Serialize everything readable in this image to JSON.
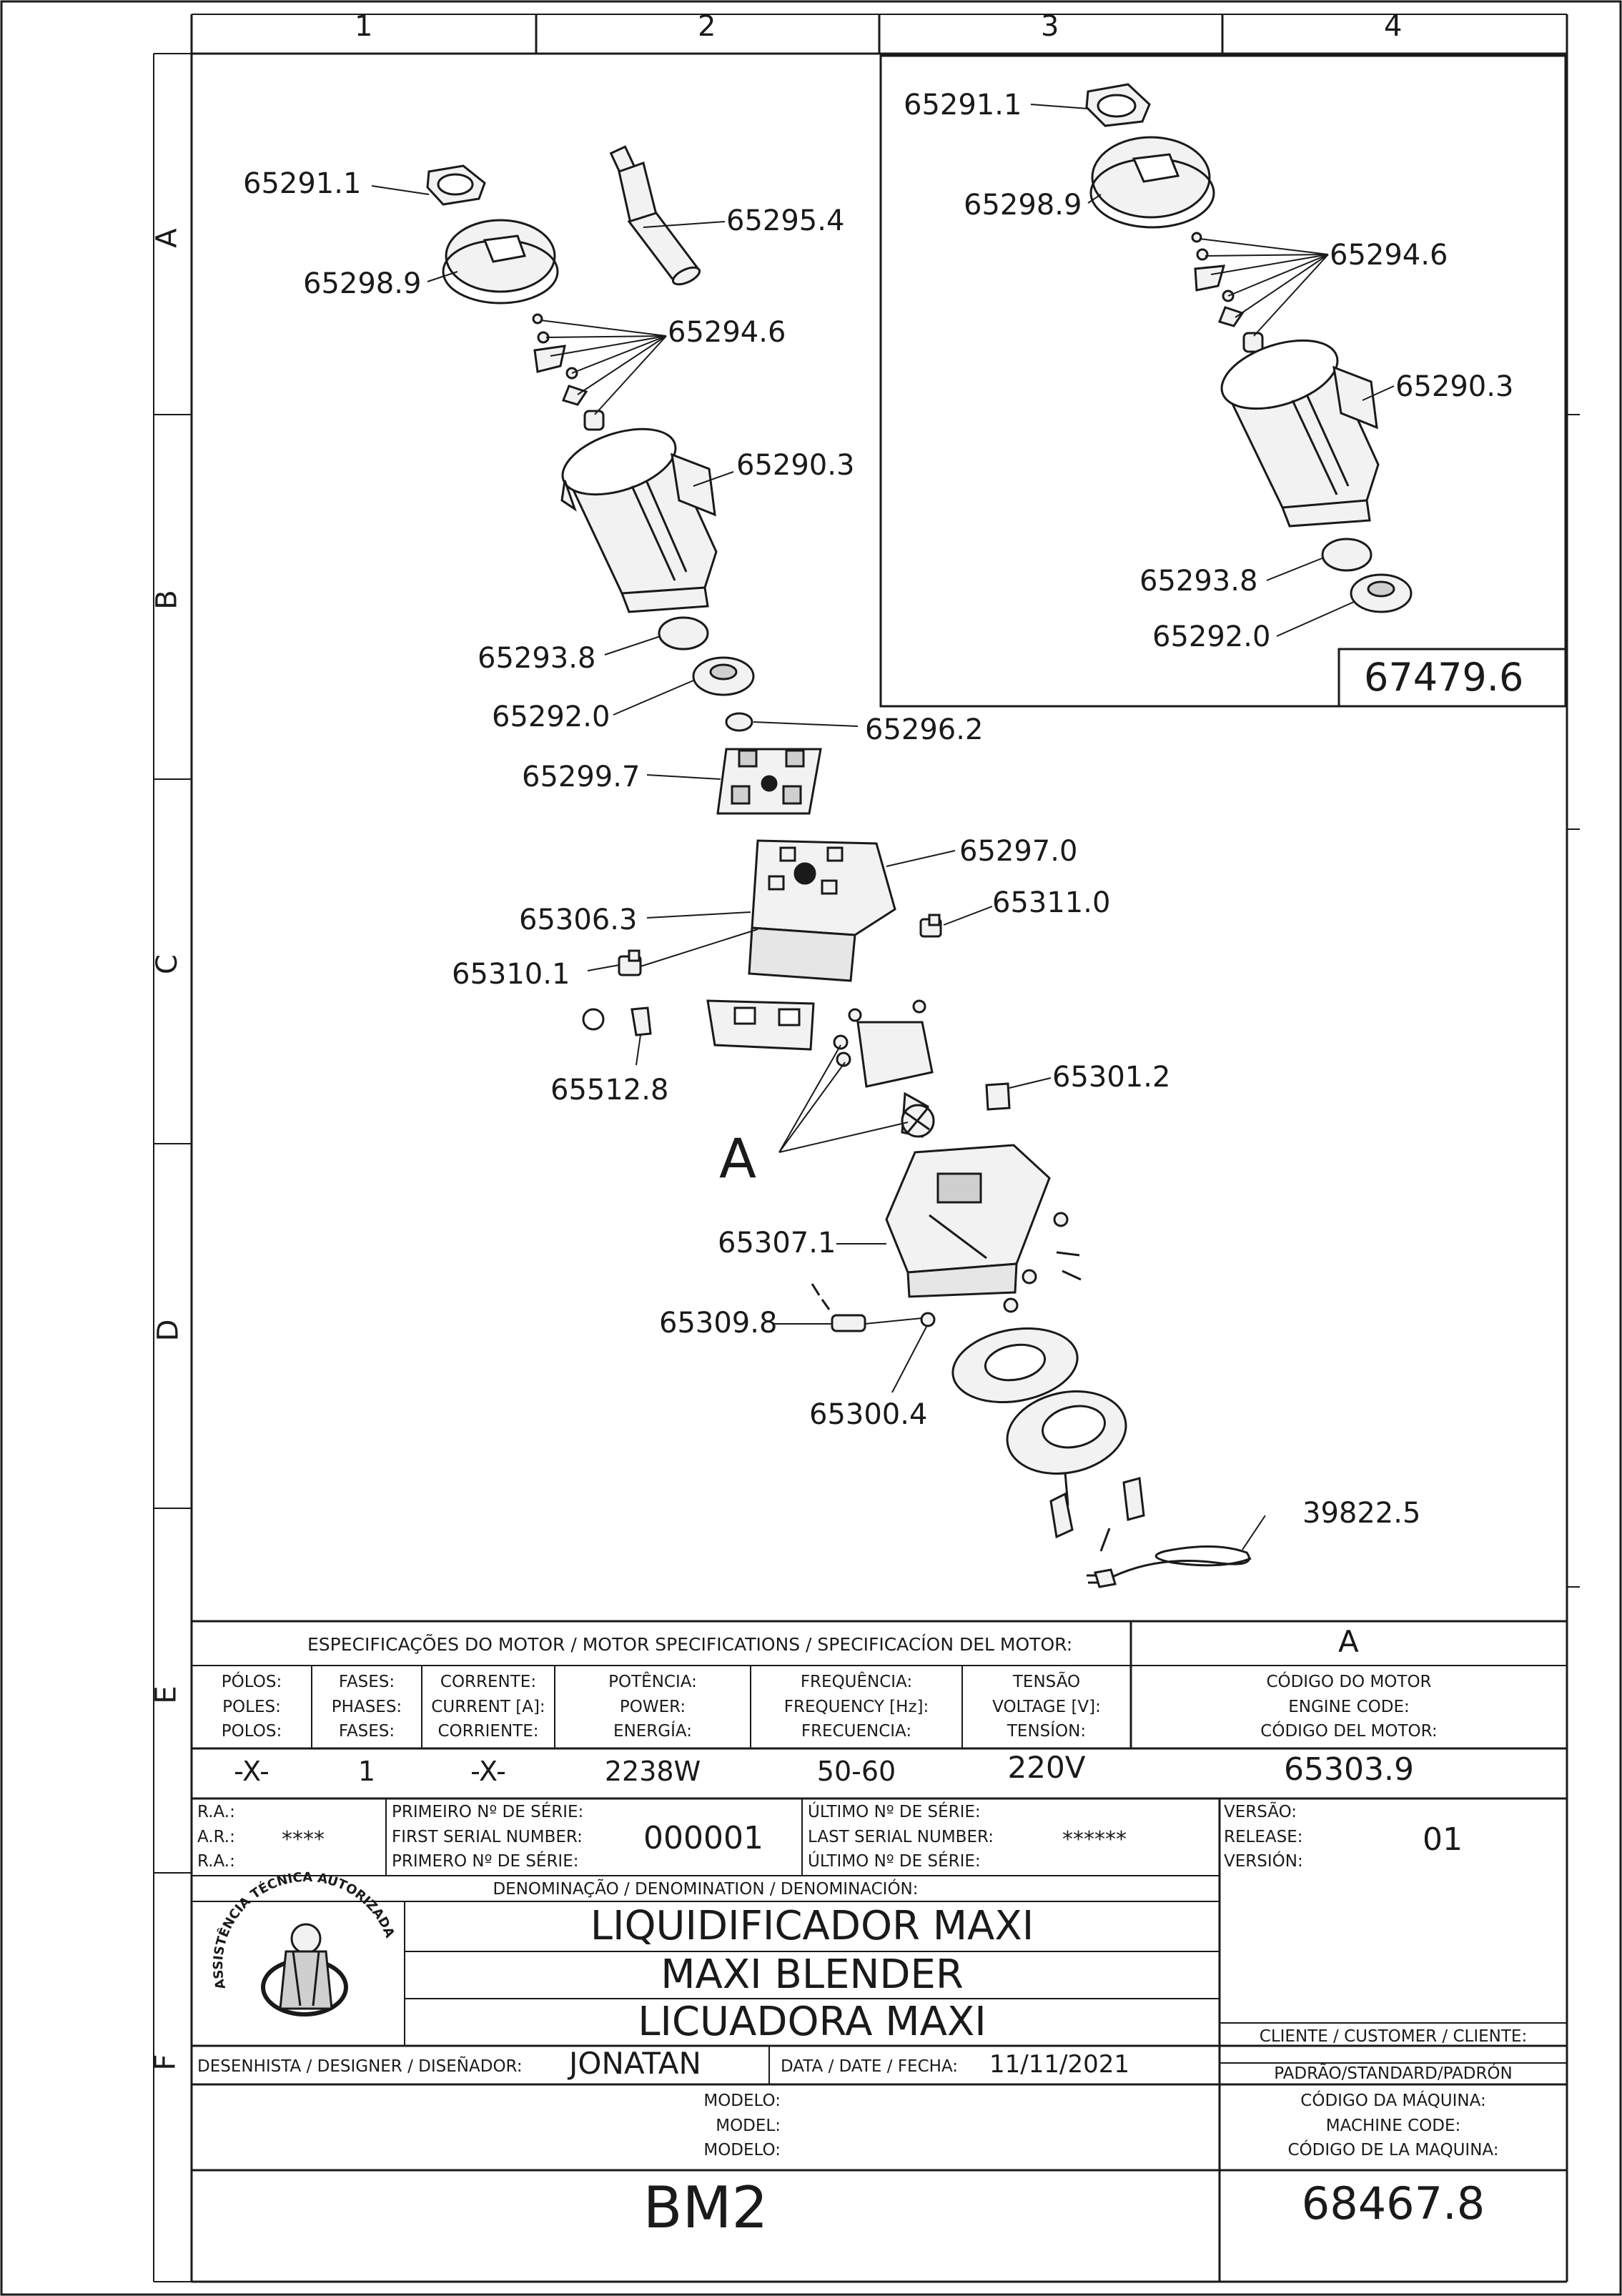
{
  "grid": {
    "columns": [
      "1",
      "2",
      "3",
      "4"
    ],
    "rows": [
      "A",
      "B",
      "C",
      "D",
      "E",
      "F"
    ]
  },
  "callouts": {
    "c1": "65291.1",
    "c2": "65298.9",
    "c3": "65295.4",
    "c4": "65294.6",
    "c5": "65290.3",
    "c6": "65293.8",
    "c7": "65292.0",
    "c8": "65296.2",
    "c9": "65299.7",
    "c10": "65297.0",
    "c11": "65306.3",
    "c12": "65311.0",
    "c13": "65310.1",
    "c14": "65512.8",
    "c15": "65301.2",
    "c16": "A",
    "c17": "65307.1",
    "c18": "65309.8",
    "c19": "65300.4",
    "c20": "39822.5"
  },
  "inset": {
    "c1": "65291.1",
    "c2": "65298.9",
    "c3": "65294.6",
    "c4": "65290.3",
    "c5": "65293.8",
    "c6": "65292.0",
    "kit_code": "67479.6"
  },
  "motor": {
    "header": "ESPECIFICAÇÕES DO MOTOR / MOTOR SPECIFICATIONS / SPECIFICACÍON DEL MOTOR:",
    "group_label": "A",
    "columns": [
      {
        "label": [
          "PÓLOS:",
          "POLES:",
          "POLOS:"
        ],
        "value": "-X-"
      },
      {
        "label": [
          "FASES:",
          "PHASES:",
          "FASES:"
        ],
        "value": "1"
      },
      {
        "label": [
          "CORRENTE:",
          "CURRENT [A]:",
          "CORRIENTE:"
        ],
        "value": "-X-"
      },
      {
        "label": [
          "POTÊNCIA:",
          "POWER:",
          "ENERGÍA:"
        ],
        "value": "2238W"
      },
      {
        "label": [
          "FREQUÊNCIA:",
          "FREQUENCY [Hz]:",
          "FRECUENCIA:"
        ],
        "value": "50-60"
      },
      {
        "label": [
          "TENSÃO",
          "VOLTAGE [V]:",
          "TENSÍON:"
        ],
        "value": "220V"
      }
    ],
    "code_label": [
      "CÓDIGO DO MOTOR",
      "ENGINE CODE:",
      "CÓDIGO DEL MOTOR:"
    ],
    "code_value": "65303.9"
  },
  "serial": {
    "ra_label": [
      "R.A.:",
      "A.R.:",
      "R.A.:"
    ],
    "ra_value": "****",
    "first_label": [
      "PRIMEIRO Nº DE SÉRIE:",
      "FIRST SERIAL NUMBER:",
      "PRIMERO Nº DE SÉRIE:"
    ],
    "first_value": "000001",
    "last_label": [
      "ÚLTIMO Nº DE SÉRIE:",
      "LAST SERIAL NUMBER:",
      "ÚLTIMO Nº DE SÉRIE:"
    ],
    "last_value": "******",
    "version_label": [
      "VERSÃO:",
      "RELEASE:",
      "VERSIÓN:"
    ],
    "version_value": "01"
  },
  "title_block": {
    "denomination_label": "DENOMINAÇÃO / DENOMINATION / DENOMINACIÓN:",
    "names": [
      "LIQUIDIFICADOR MAXI",
      "MAXI BLENDER",
      "LICUADORA MAXI"
    ],
    "seal_text": "ASSISTÊNCIA TÉCNICA AUTORIZADA",
    "designer_label": "DESENHISTA / DESIGNER / DISEÑADOR:",
    "designer": "JONATAN",
    "date_label": "DATA / DATE / FECHA:",
    "date": "11/11/2021",
    "client_label": "CLIENTE / CUSTOMER / CLIENTE:",
    "client_value": "PADRÃO/STANDARD/PADRÓN",
    "model_label": [
      "MODELO:",
      "MODEL:",
      "MODELO:"
    ],
    "model": "BM2",
    "machine_code_label": [
      "CÓDIGO DA MÁQUINA:",
      "MACHINE CODE:",
      "CÓDIGO DE LA MAQUINA:"
    ],
    "machine_code": "68467.8"
  },
  "colors": {
    "ink": "#1a1a1a",
    "paper": "#ffffff",
    "part_fill": "#f2f2f2",
    "shade": "#cfcfcf"
  }
}
